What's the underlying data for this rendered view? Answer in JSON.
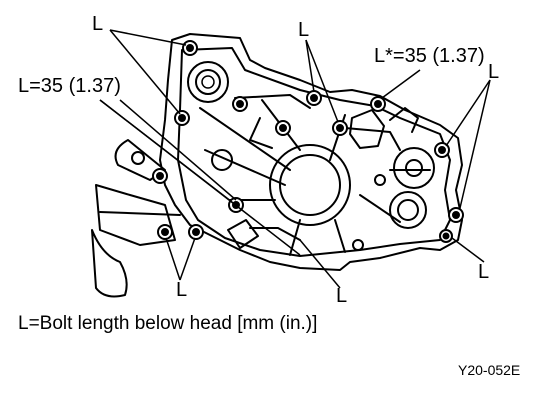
{
  "diagram": {
    "labels": {
      "l_top_left": "L",
      "l_top_center": "L",
      "l_right_top": "L",
      "l_right_bottom": "L",
      "l_bottom_left": "L",
      "l_bottom_center": "L",
      "l_35_left": "L=35 (1.37)",
      "l_star_35": "L*=35 (1.37)"
    },
    "caption": "L=Bolt length below head [mm (in.)]",
    "figure_code": "Y20-052E"
  }
}
